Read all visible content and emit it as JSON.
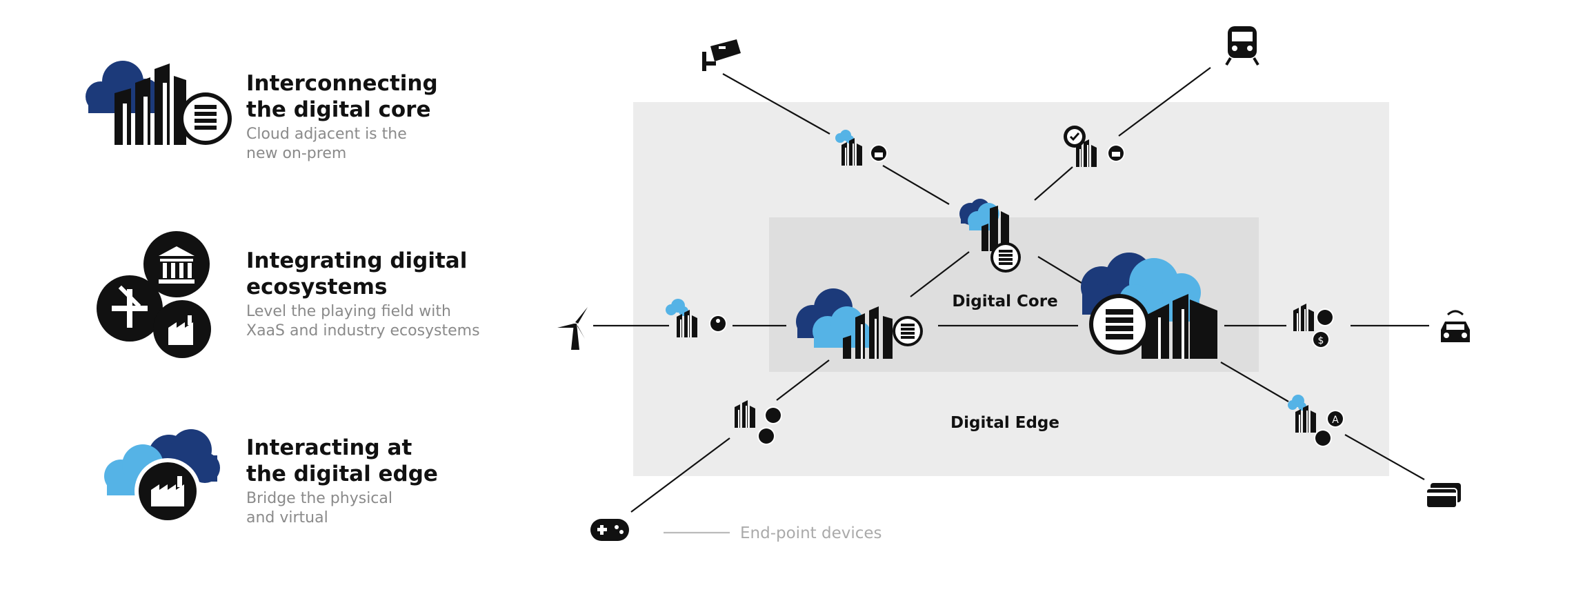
{
  "legend": {
    "items": [
      {
        "title_line1": "Interconnecting",
        "title_line2": "the digital core",
        "sub_line1": "Cloud adjacent is the",
        "sub_line2": "new on-prem",
        "icon": "cloud-datacenter-icon"
      },
      {
        "title_line1": "Integrating digital",
        "title_line2": "ecosystems",
        "sub_line1": "Level the playing field with",
        "sub_line2": "XaaS and industry ecosystems",
        "icon": "ecosystems-icon"
      },
      {
        "title_line1": "Interacting at",
        "title_line2": "the digital edge",
        "sub_line1": "Bridge the physical",
        "sub_line2": "and virtual",
        "icon": "cloud-factory-icon"
      }
    ]
  },
  "diagram": {
    "core_label": "Digital Core",
    "edge_label": "Digital Edge",
    "endpoint_label": "End-point devices",
    "colors": {
      "dark_blue": "#1c3a7a",
      "light_blue": "#55b3e6",
      "edge_zone": "#ececec",
      "core_zone": "#dedede",
      "ink": "#111111"
    },
    "endpoint_icons": [
      "camera-icon",
      "train-icon",
      "wind-turbine-icon",
      "car-icon",
      "gamepad-icon",
      "credit-card-icon"
    ]
  }
}
